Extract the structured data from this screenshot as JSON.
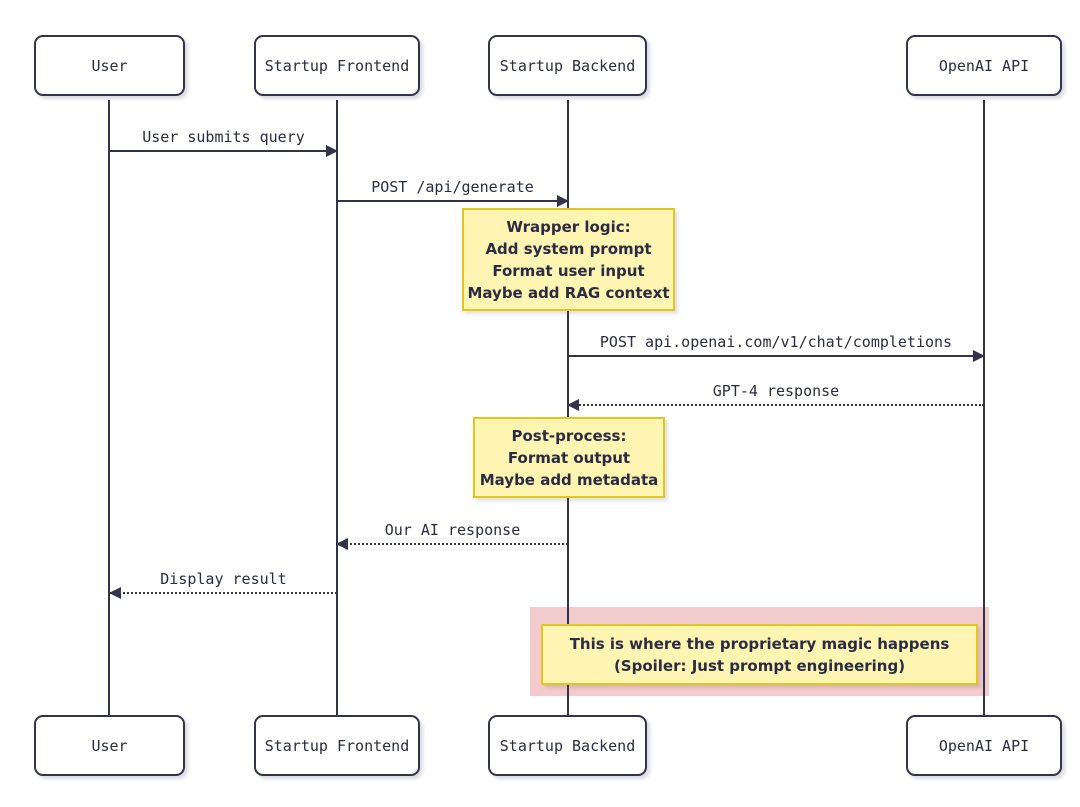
{
  "diagram": {
    "type": "sequence",
    "actors": [
      {
        "id": "user",
        "label": "User"
      },
      {
        "id": "frontend",
        "label": "Startup Frontend"
      },
      {
        "id": "backend",
        "label": "Startup Backend"
      },
      {
        "id": "openai",
        "label": "OpenAI API"
      }
    ],
    "messages": [
      {
        "from": "User",
        "to": "Startup Frontend",
        "text": "User submits query",
        "style": "solid",
        "direction": "right"
      },
      {
        "from": "Startup Frontend",
        "to": "Startup Backend",
        "text": "POST /api/generate",
        "style": "solid",
        "direction": "right"
      },
      {
        "from": "Startup Backend",
        "to": "OpenAI API",
        "text": "POST api.openai.com/v1/chat/completions",
        "style": "solid",
        "direction": "right"
      },
      {
        "from": "OpenAI API",
        "to": "Startup Backend",
        "text": "GPT-4 response",
        "style": "dotted",
        "direction": "left"
      },
      {
        "from": "Startup Backend",
        "to": "Startup Frontend",
        "text": "Our AI response",
        "style": "dotted",
        "direction": "left"
      },
      {
        "from": "Startup Frontend",
        "to": "User",
        "text": "Display result",
        "style": "dotted",
        "direction": "left"
      }
    ],
    "notes": [
      {
        "over": "Startup Backend",
        "lines": [
          "Wrapper logic:",
          "Add system prompt",
          "Format user input",
          "Maybe add RAG context"
        ]
      },
      {
        "over": "Startup Backend",
        "lines": [
          "Post-process:",
          "Format output",
          "Maybe add metadata"
        ]
      }
    ],
    "highlight": {
      "over": "Startup Backend, OpenAI API",
      "lines": [
        "This is where the proprietary magic happens",
        "(Spoiler: Just prompt engineering)"
      ]
    },
    "colors": {
      "line": "#33334d",
      "actor_fill": "#ffffff",
      "note_fill": "#fdf5b1",
      "note_border": "#e3c51f",
      "highlight_fill": "#f4cbcd",
      "background": "#ffffff"
    }
  }
}
